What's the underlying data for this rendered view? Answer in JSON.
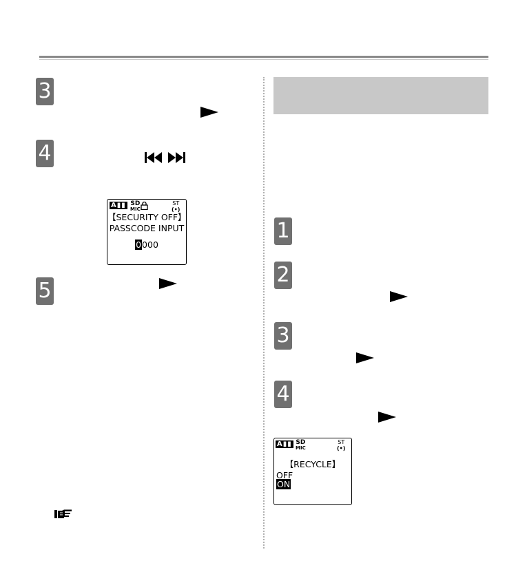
{
  "left_column": {
    "steps": [
      "3",
      "4",
      "5"
    ]
  },
  "right_column": {
    "steps": [
      "1",
      "2",
      "3",
      "4"
    ]
  },
  "lcd_security": {
    "battery": "A",
    "sd_top": "SD",
    "sd_bottom": "MIC",
    "st_top": "ST",
    "st_bottom": "(•)",
    "line1": "【SECURITY OFF】",
    "line2": "PASSCODE INPUT",
    "passcode_first": "0",
    "passcode_rest": "000"
  },
  "lcd_recycle": {
    "battery": "A",
    "sd_top": "SD",
    "sd_bottom": "MIC",
    "st_top": "ST",
    "st_bottom": "(•)",
    "title": "【RECYCLE】",
    "option_off": "OFF",
    "option_on": "ON"
  },
  "icons": [
    "play-icon",
    "skip-back-icon",
    "skip-forward-icon",
    "reference-hand-icon"
  ],
  "colors": {
    "step_badge": "#707070",
    "header_box": "#c8c8c8",
    "rule": "#8a8a8a"
  }
}
